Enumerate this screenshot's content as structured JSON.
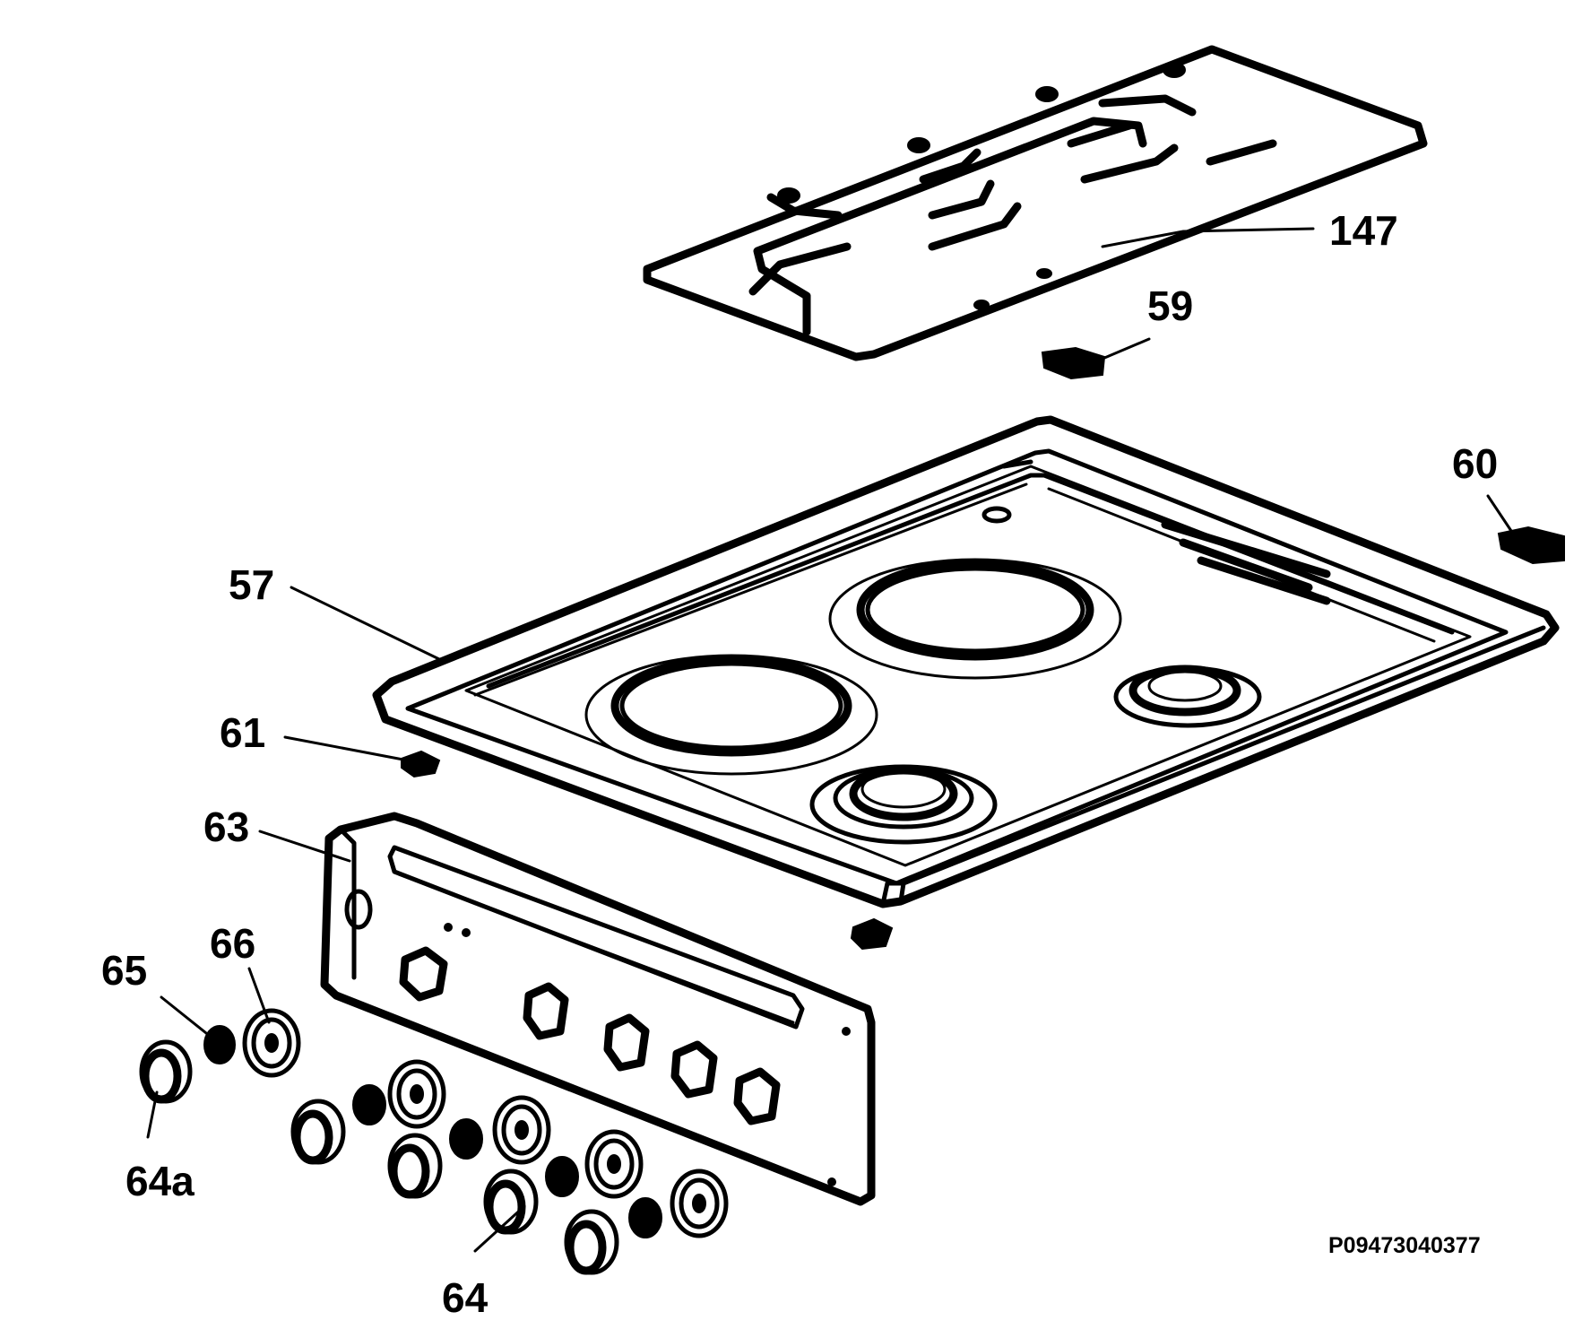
{
  "labels": {
    "grid": "147",
    "feet_grid": "59",
    "feet_hob_right": "60",
    "hob_top": "57",
    "feet_hob_left": "61",
    "control_panel": "63",
    "knob_single": "64a",
    "spring": "65",
    "knob_bezel": "66",
    "knob_group": "64"
  },
  "reference_code": "P09473040377"
}
